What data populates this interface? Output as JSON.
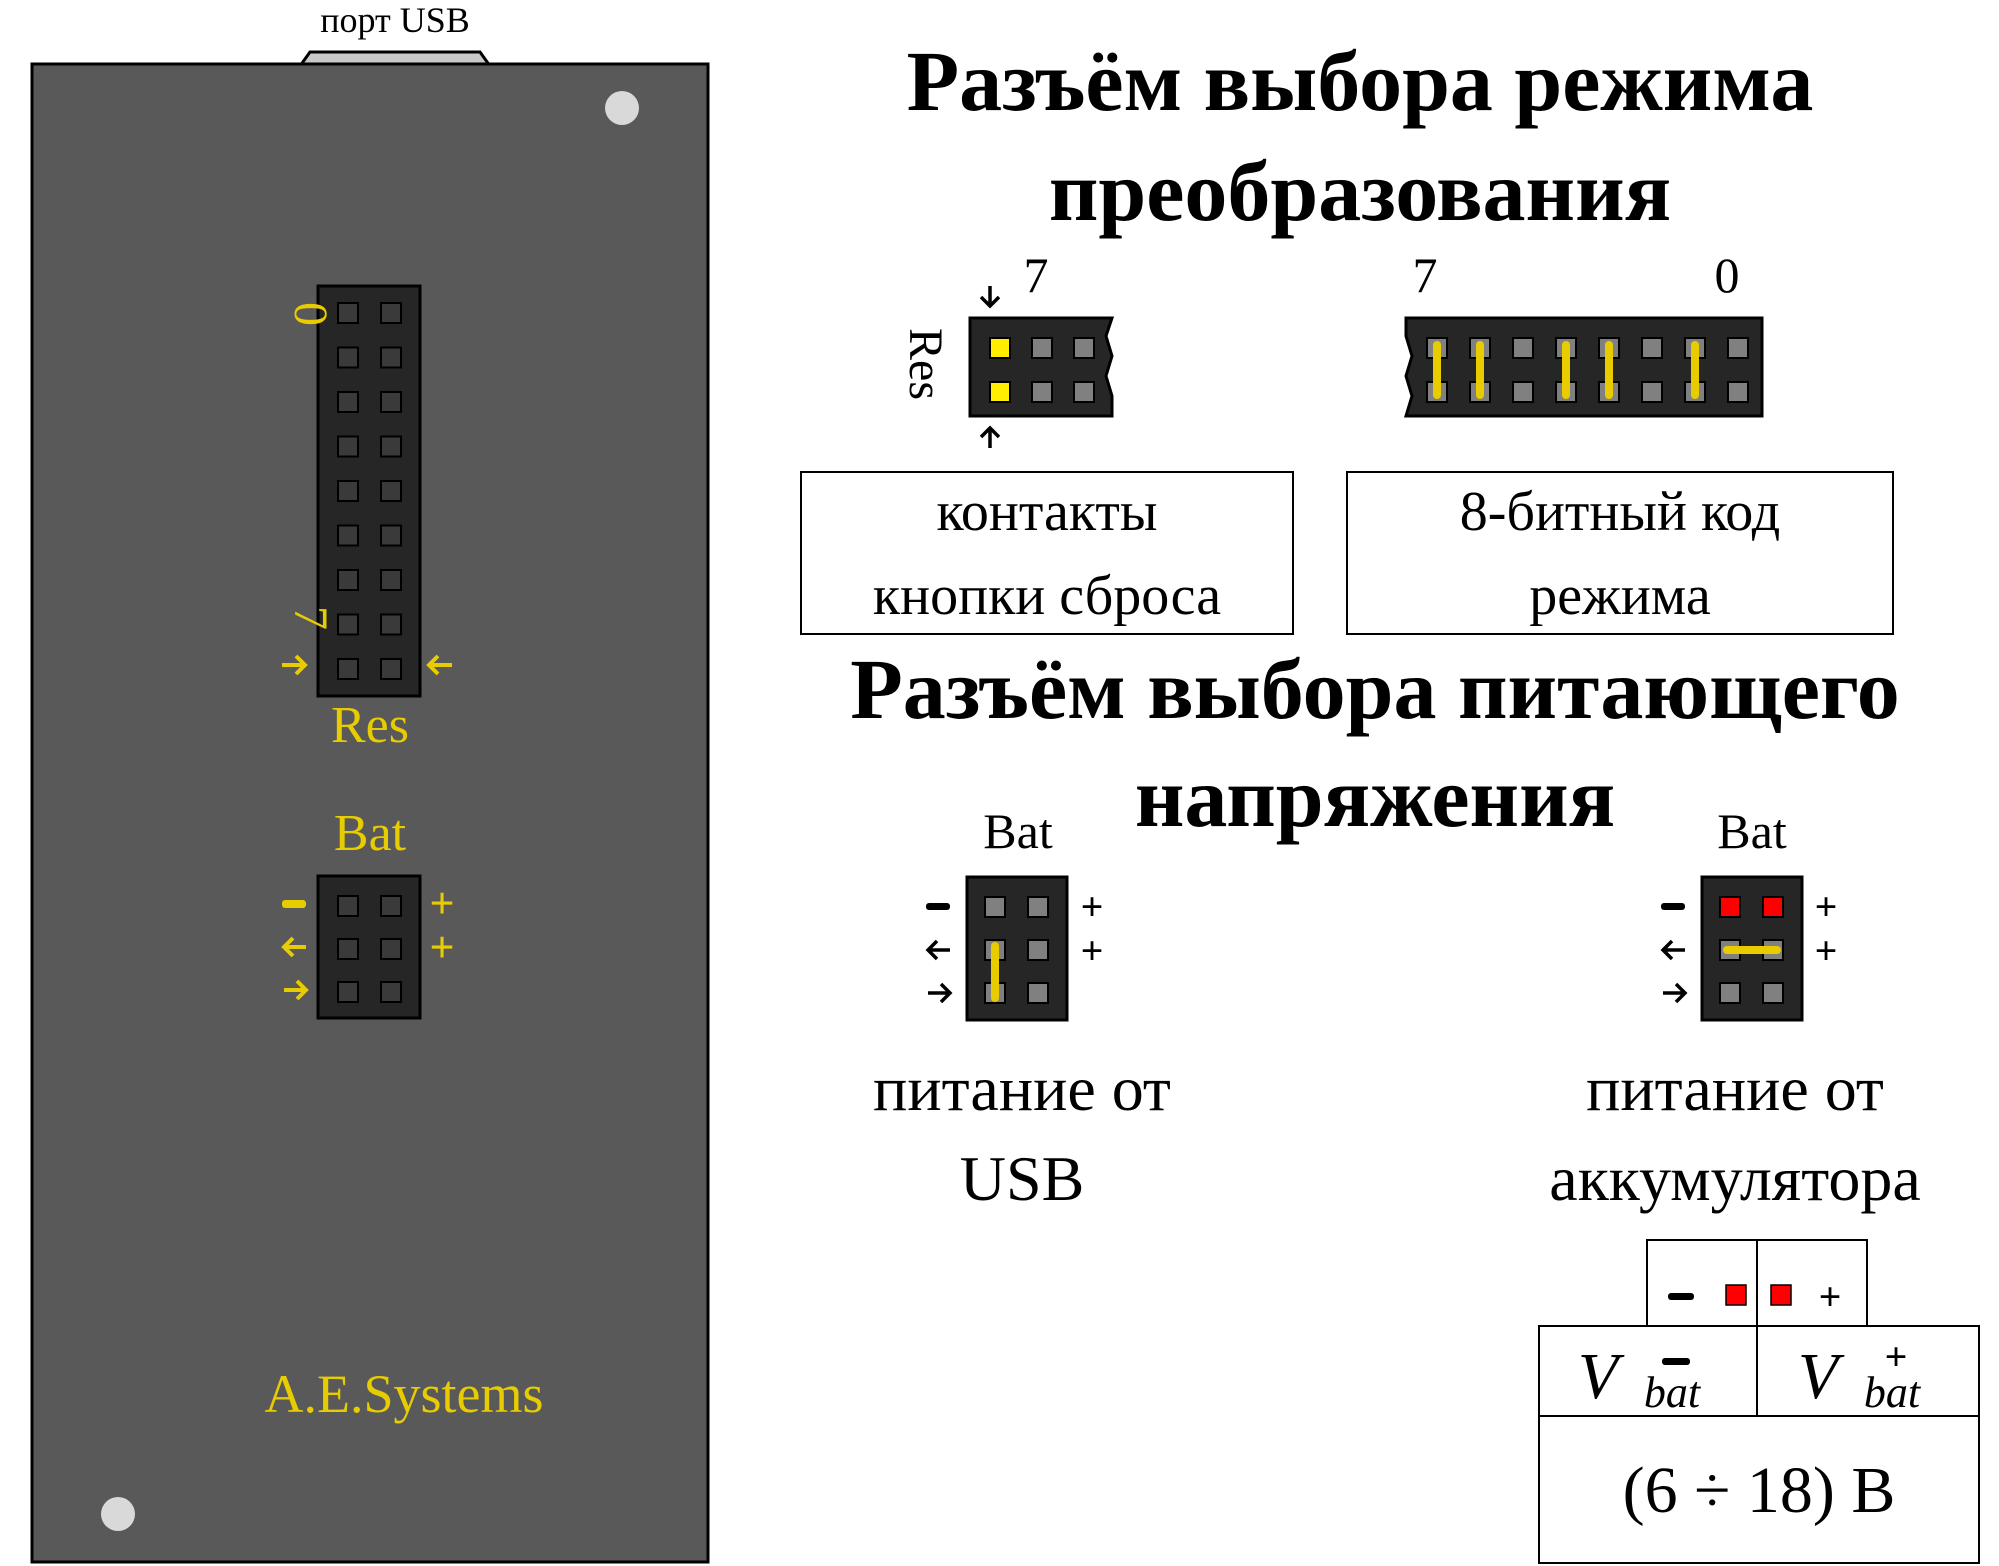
{
  "board": {
    "usb_label": "порт USB",
    "mode_header_top": "0",
    "mode_header_bottom": "7",
    "res_label": "Res",
    "bat_label": "Bat",
    "brand": "A.E.Systems",
    "colors": {
      "pcb": "#595959",
      "header": "#262626",
      "pin": "#3a3a3a",
      "silk": "#e6cc00"
    }
  },
  "mode_section": {
    "title_line1": "Разъём выбора режима",
    "title_line2": "преобразования",
    "reset": {
      "pin_label": "7",
      "side_label": "Res",
      "caption_line1": "контакты",
      "caption_line2": "кнопки сброса"
    },
    "code": {
      "label_left": "7",
      "label_right": "0",
      "caption_line1": "8-битный код",
      "caption_line2": "режима",
      "jumpers_on": [
        true,
        true,
        false,
        true,
        true,
        false,
        true,
        false
      ]
    }
  },
  "power_section": {
    "title_line1": "Разъём выбора питающего",
    "title_line2": "напряжения",
    "usb_option": {
      "bat_label": "Bat",
      "plus1": "+",
      "plus2": "+",
      "caption_line1": "питание от",
      "caption_line2": "USB"
    },
    "battery_option": {
      "bat_label": "Bat",
      "plus1": "+",
      "plus2": "+",
      "caption_line1": "питание от",
      "caption_line2": "аккумулятора"
    },
    "battery_table": {
      "plus": "+",
      "v_symbol": "V",
      "v_subscript": "bat",
      "minus_sup": "−",
      "plus_sup": "+",
      "range": "(6 ÷ 18) В"
    },
    "colors": {
      "jumper": "#e8cc00",
      "active_pin": "#ff0000",
      "idle_pin": "#808080"
    }
  },
  "board_extra": {
    "plus1": "+",
    "plus2": "+"
  }
}
